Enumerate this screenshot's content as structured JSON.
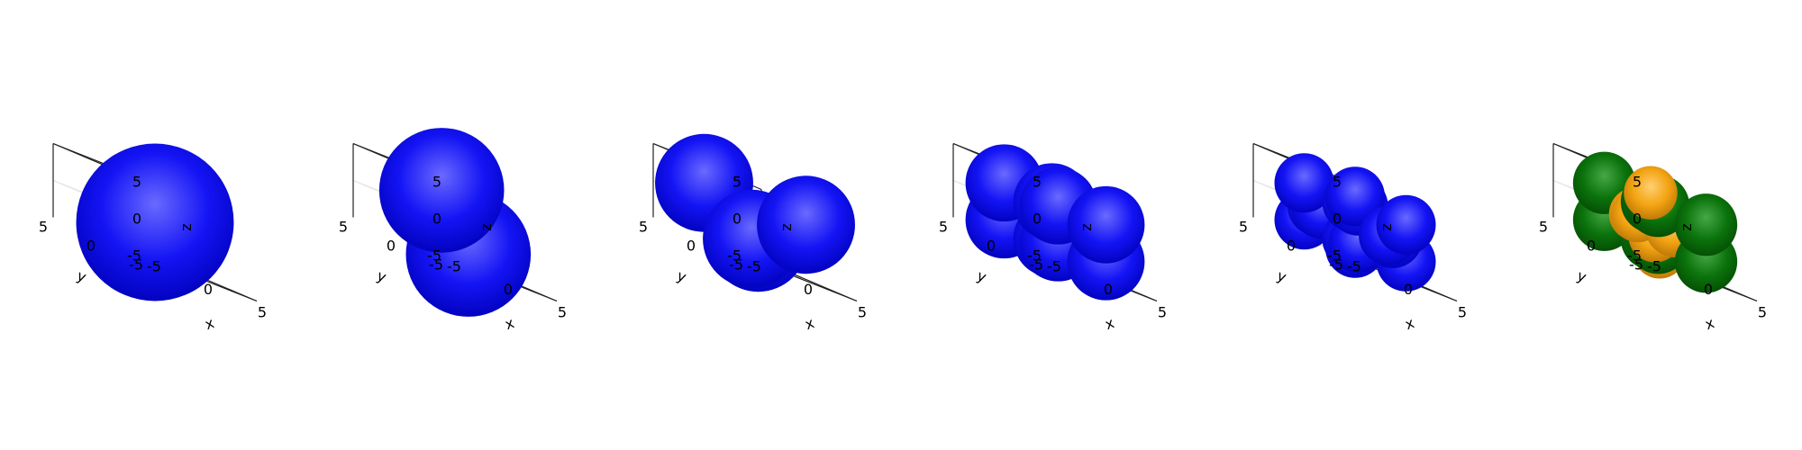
{
  "colors": {
    "blue": "#0000f0",
    "green": "#0b6f0b",
    "orange": "#f0a010",
    "axis": "#222222",
    "grid": "#e4e4e4"
  },
  "chart_data": [
    {
      "type": "scatter3d",
      "axis_labels": {
        "x": "x",
        "y": "y",
        "z": "z"
      },
      "ticks": {
        "x": [
          "-5",
          "0",
          "5"
        ],
        "y": [
          "-5",
          "0",
          "5"
        ],
        "z": [
          "-5",
          "0",
          "5"
        ]
      },
      "xlim": [
        -5,
        5
      ],
      "ylim": [
        -5,
        5
      ],
      "zlim": [
        -5,
        5
      ],
      "grid": true,
      "spheres": [
        {
          "center": [
            0,
            0,
            0
          ],
          "radius": 5.3,
          "color": "blue"
        }
      ]
    },
    {
      "type": "scatter3d",
      "axis_labels": {
        "x": "x",
        "y": "y",
        "z": "z"
      },
      "ticks": {
        "x": [
          "-5",
          "0",
          "5"
        ],
        "y": [
          "-5",
          "0",
          "5"
        ],
        "z": [
          "-5",
          "0",
          "5"
        ]
      },
      "xlim": [
        -5,
        5
      ],
      "ylim": [
        -5,
        5
      ],
      "zlim": [
        -5,
        5
      ],
      "grid": true,
      "spheres": [
        {
          "center": [
            -3,
            -2,
            3.5
          ],
          "radius": 4.2,
          "color": "blue"
        },
        {
          "center": [
            3,
            2,
            -3.5
          ],
          "radius": 4.2,
          "color": "blue"
        }
      ]
    },
    {
      "type": "scatter3d",
      "axis_labels": {
        "x": "x",
        "y": "y",
        "z": "z"
      },
      "ticks": {
        "x": [
          "-5",
          "0",
          "5"
        ],
        "y": [
          "-5",
          "0",
          "5"
        ],
        "z": [
          "-5",
          "0",
          "5"
        ]
      },
      "xlim": [
        -5,
        5
      ],
      "ylim": [
        -5,
        5
      ],
      "zlim": [
        -5,
        5
      ],
      "grid": true,
      "spheres": [
        {
          "center": [
            -2.5,
            2.5,
            2.5
          ],
          "radius": 3.3,
          "color": "blue"
        },
        {
          "center": [
            2.5,
            -2.5,
            2.5
          ],
          "radius": 3.3,
          "color": "blue"
        },
        {
          "center": [
            2.5,
            2.5,
            -2.5
          ],
          "radius": 3.3,
          "color": "blue"
        },
        {
          "center": [
            -2.5,
            -2.5,
            -2.5
          ],
          "radius": 3.3,
          "color": "blue"
        }
      ]
    },
    {
      "type": "scatter3d",
      "axis_labels": {
        "x": "x",
        "y": "y",
        "z": "z"
      },
      "ticks": {
        "x": [
          "-5",
          "0",
          "5"
        ],
        "y": [
          "-5",
          "0",
          "5"
        ],
        "z": [
          "-5",
          "0",
          "5"
        ]
      },
      "xlim": [
        -5,
        5
      ],
      "ylim": [
        -5,
        5
      ],
      "zlim": [
        -5,
        5
      ],
      "grid": true,
      "spheres": [
        {
          "center": [
            -2.5,
            -2.5,
            -2.5
          ],
          "radius": 2.6,
          "color": "blue"
        },
        {
          "center": [
            2.5,
            -2.5,
            -2.5
          ],
          "radius": 2.6,
          "color": "blue"
        },
        {
          "center": [
            -2.5,
            2.5,
            -2.5
          ],
          "radius": 2.6,
          "color": "blue"
        },
        {
          "center": [
            2.5,
            2.5,
            -2.5
          ],
          "radius": 2.6,
          "color": "blue"
        },
        {
          "center": [
            -2.5,
            -2.5,
            2.5
          ],
          "radius": 2.6,
          "color": "blue"
        },
        {
          "center": [
            2.5,
            -2.5,
            2.5
          ],
          "radius": 2.6,
          "color": "blue"
        },
        {
          "center": [
            -2.5,
            2.5,
            2.5
          ],
          "radius": 2.6,
          "color": "blue"
        },
        {
          "center": [
            2.5,
            2.5,
            2.5
          ],
          "radius": 2.6,
          "color": "blue"
        }
      ]
    },
    {
      "type": "scatter3d",
      "axis_labels": {
        "x": "x",
        "y": "y",
        "z": "z"
      },
      "ticks": {
        "x": [
          "-5",
          "0",
          "5"
        ],
        "y": [
          "-5",
          "0",
          "5"
        ],
        "z": [
          "-5",
          "0",
          "5"
        ]
      },
      "xlim": [
        -5,
        5
      ],
      "ylim": [
        -5,
        5
      ],
      "zlim": [
        -5,
        5
      ],
      "grid": true,
      "spheres": [
        {
          "center": [
            -2.5,
            -2.5,
            -2.5
          ],
          "radius": 2.0,
          "color": "blue"
        },
        {
          "center": [
            2.5,
            -2.5,
            -2.5
          ],
          "radius": 2.0,
          "color": "blue"
        },
        {
          "center": [
            -2.5,
            2.5,
            -2.5
          ],
          "radius": 2.0,
          "color": "blue"
        },
        {
          "center": [
            2.5,
            2.5,
            -2.5
          ],
          "radius": 2.0,
          "color": "blue"
        },
        {
          "center": [
            -2.5,
            -2.5,
            2.5
          ],
          "radius": 2.0,
          "color": "blue"
        },
        {
          "center": [
            2.5,
            -2.5,
            2.5
          ],
          "radius": 2.0,
          "color": "blue"
        },
        {
          "center": [
            -2.5,
            2.5,
            2.5
          ],
          "radius": 2.0,
          "color": "blue"
        },
        {
          "center": [
            2.5,
            2.5,
            2.5
          ],
          "radius": 2.0,
          "color": "blue"
        },
        {
          "center": [
            0,
            0,
            -3.5
          ],
          "radius": 2.0,
          "color": "blue"
        },
        {
          "center": [
            0,
            0,
            3.5
          ],
          "radius": 2.0,
          "color": "blue"
        },
        {
          "center": [
            -3.5,
            0,
            0
          ],
          "radius": 2.0,
          "color": "blue"
        },
        {
          "center": [
            3.5,
            0,
            0
          ],
          "radius": 2.0,
          "color": "blue"
        },
        {
          "center": [
            0,
            -3.5,
            0
          ],
          "radius": 2.0,
          "color": "blue"
        },
        {
          "center": [
            0,
            3.5,
            0
          ],
          "radius": 2.0,
          "color": "blue"
        }
      ]
    },
    {
      "type": "scatter3d",
      "axis_labels": {
        "x": "x",
        "y": "y",
        "z": "z"
      },
      "ticks": {
        "x": [
          "-5",
          "0",
          "5"
        ],
        "y": [
          "-5",
          "0",
          "5"
        ],
        "z": [
          "-5",
          "0",
          "5"
        ]
      },
      "xlim": [
        -5,
        5
      ],
      "ylim": [
        -5,
        5
      ],
      "zlim": [
        -5,
        5
      ],
      "grid": true,
      "spheres": [
        {
          "center": [
            -2.5,
            -2.5,
            -2.5
          ],
          "radius": 2.1,
          "color": "green"
        },
        {
          "center": [
            2.5,
            -2.5,
            -2.5
          ],
          "radius": 2.1,
          "color": "green"
        },
        {
          "center": [
            -2.5,
            2.5,
            -2.5
          ],
          "radius": 2.1,
          "color": "green"
        },
        {
          "center": [
            2.5,
            2.5,
            -2.5
          ],
          "radius": 2.1,
          "color": "green"
        },
        {
          "center": [
            -2.5,
            -2.5,
            2.5
          ],
          "radius": 2.1,
          "color": "green"
        },
        {
          "center": [
            2.5,
            -2.5,
            2.5
          ],
          "radius": 2.1,
          "color": "green"
        },
        {
          "center": [
            -2.5,
            2.5,
            2.5
          ],
          "radius": 2.1,
          "color": "green"
        },
        {
          "center": [
            2.5,
            2.5,
            2.5
          ],
          "radius": 2.1,
          "color": "green"
        },
        {
          "center": [
            0,
            0,
            -1.8
          ],
          "radius": 1.8,
          "color": "orange"
        },
        {
          "center": [
            0,
            0,
            1.8
          ],
          "radius": 1.8,
          "color": "orange"
        },
        {
          "center": [
            -1.8,
            0,
            0
          ],
          "radius": 1.8,
          "color": "orange"
        },
        {
          "center": [
            1.8,
            0,
            0
          ],
          "radius": 1.8,
          "color": "orange"
        },
        {
          "center": [
            0,
            -1.8,
            0
          ],
          "radius": 1.8,
          "color": "orange"
        },
        {
          "center": [
            0,
            1.8,
            0
          ],
          "radius": 1.8,
          "color": "orange"
        },
        {
          "center": [
            -3.6,
            -3.6,
            3.6
          ],
          "radius": 1.8,
          "color": "orange"
        },
        {
          "center": [
            3.6,
            3.6,
            -3.6
          ],
          "radius": 1.8,
          "color": "orange"
        }
      ]
    }
  ]
}
